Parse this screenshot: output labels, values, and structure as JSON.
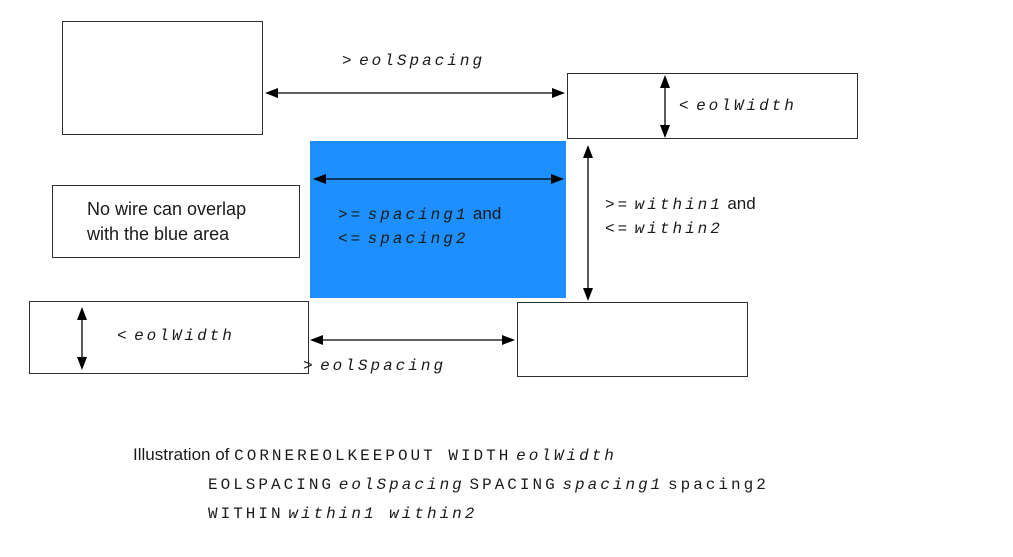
{
  "diagram": {
    "note": {
      "line1": "No wire can overlap",
      "line2": "with the blue area"
    },
    "labels": {
      "eol_spacing_top": {
        "op": ">",
        "var": "eolSpacing"
      },
      "eol_width_top": {
        "op": "<",
        "var": "eolWidth"
      },
      "spacing": {
        "l1_op": ">=",
        "l1_var": "spacing1",
        "l1_and": "and",
        "l2_op": "<=",
        "l2_var": "spacing2"
      },
      "within": {
        "l1_op": ">=",
        "l1_var": "within1",
        "l1_and": "and",
        "l2_op": "<=",
        "l2_var": "within2"
      },
      "eol_width_bottom": {
        "op": "<",
        "var": "eolWidth"
      },
      "eol_spacing_bottom": {
        "op": ">",
        "var": "eolSpacing"
      }
    },
    "colors": {
      "keepout_fill": "#1e8fff",
      "line": "#000000",
      "box_border": "#2e2e2e"
    }
  },
  "caption": {
    "line1": {
      "p1": "Illustration of",
      "p2": "CORNEREOLKEEPOUT WIDTH",
      "p3": "eolWidth"
    },
    "line2": {
      "p1": "EOLSPACING",
      "p2": "eolSpacing",
      "p3": "SPACING",
      "p4": "spacing1",
      "p5": "spacing2"
    },
    "line3": {
      "p1": "WITHIN",
      "p2": "within1 within2"
    }
  }
}
